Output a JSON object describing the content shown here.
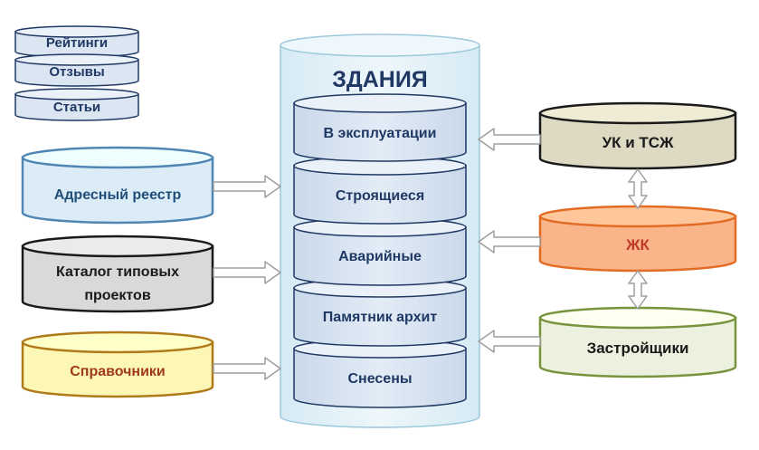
{
  "title": "ЗДАНИЯ",
  "top_left_tags": [
    "Рейтинги",
    "Отзывы",
    "Статьи"
  ],
  "building_segments": [
    "В эксплуатации",
    "Строящиеся",
    "Аварийные",
    "Памятник архит",
    "Снесены"
  ],
  "left_sources": [
    {
      "label_lines": [
        "Адресный реестр"
      ],
      "fill": "#dcecf6",
      "stroke": "#4f86b4",
      "text_color": "#1f4e79"
    },
    {
      "label_lines": [
        "Каталог типовых",
        "проектов"
      ],
      "fill": "#d9d9d9",
      "stroke": "#1a1a1a",
      "text_color": "#1a1a1a"
    },
    {
      "label_lines": [
        "Справочники"
      ],
      "fill": "#fdf7b6",
      "stroke": "#b07a1a",
      "text_color": "#a0391d"
    }
  ],
  "right_sources": [
    {
      "label": "УК и ТСЖ",
      "fill": "#ddd9c3",
      "stroke": "#1a1a1a",
      "text_color": "#1a1a1a"
    },
    {
      "label": "ЖК",
      "fill": "#f9b48a",
      "stroke": "#e36c25",
      "text_color": "#c0392b"
    },
    {
      "label": "Застройщики",
      "fill": "#ebf1de",
      "stroke": "#77933c",
      "text_color": "#1a1a1a"
    }
  ],
  "colors": {
    "outer_cylinder_fill": "#e4f1f7",
    "outer_cylinder_stroke": "#9cc9dc",
    "segment_fill": "#dce6f2",
    "segment_stroke": "#1f3864",
    "title_color": "#1f3864",
    "segment_text": "#1f3864",
    "tag_fill": "#dce6f2",
    "tag_stroke": "#1f3864",
    "tag_text": "#1f3864",
    "arrow_fill": "#ffffff",
    "arrow_stroke": "#9e9e9e"
  }
}
